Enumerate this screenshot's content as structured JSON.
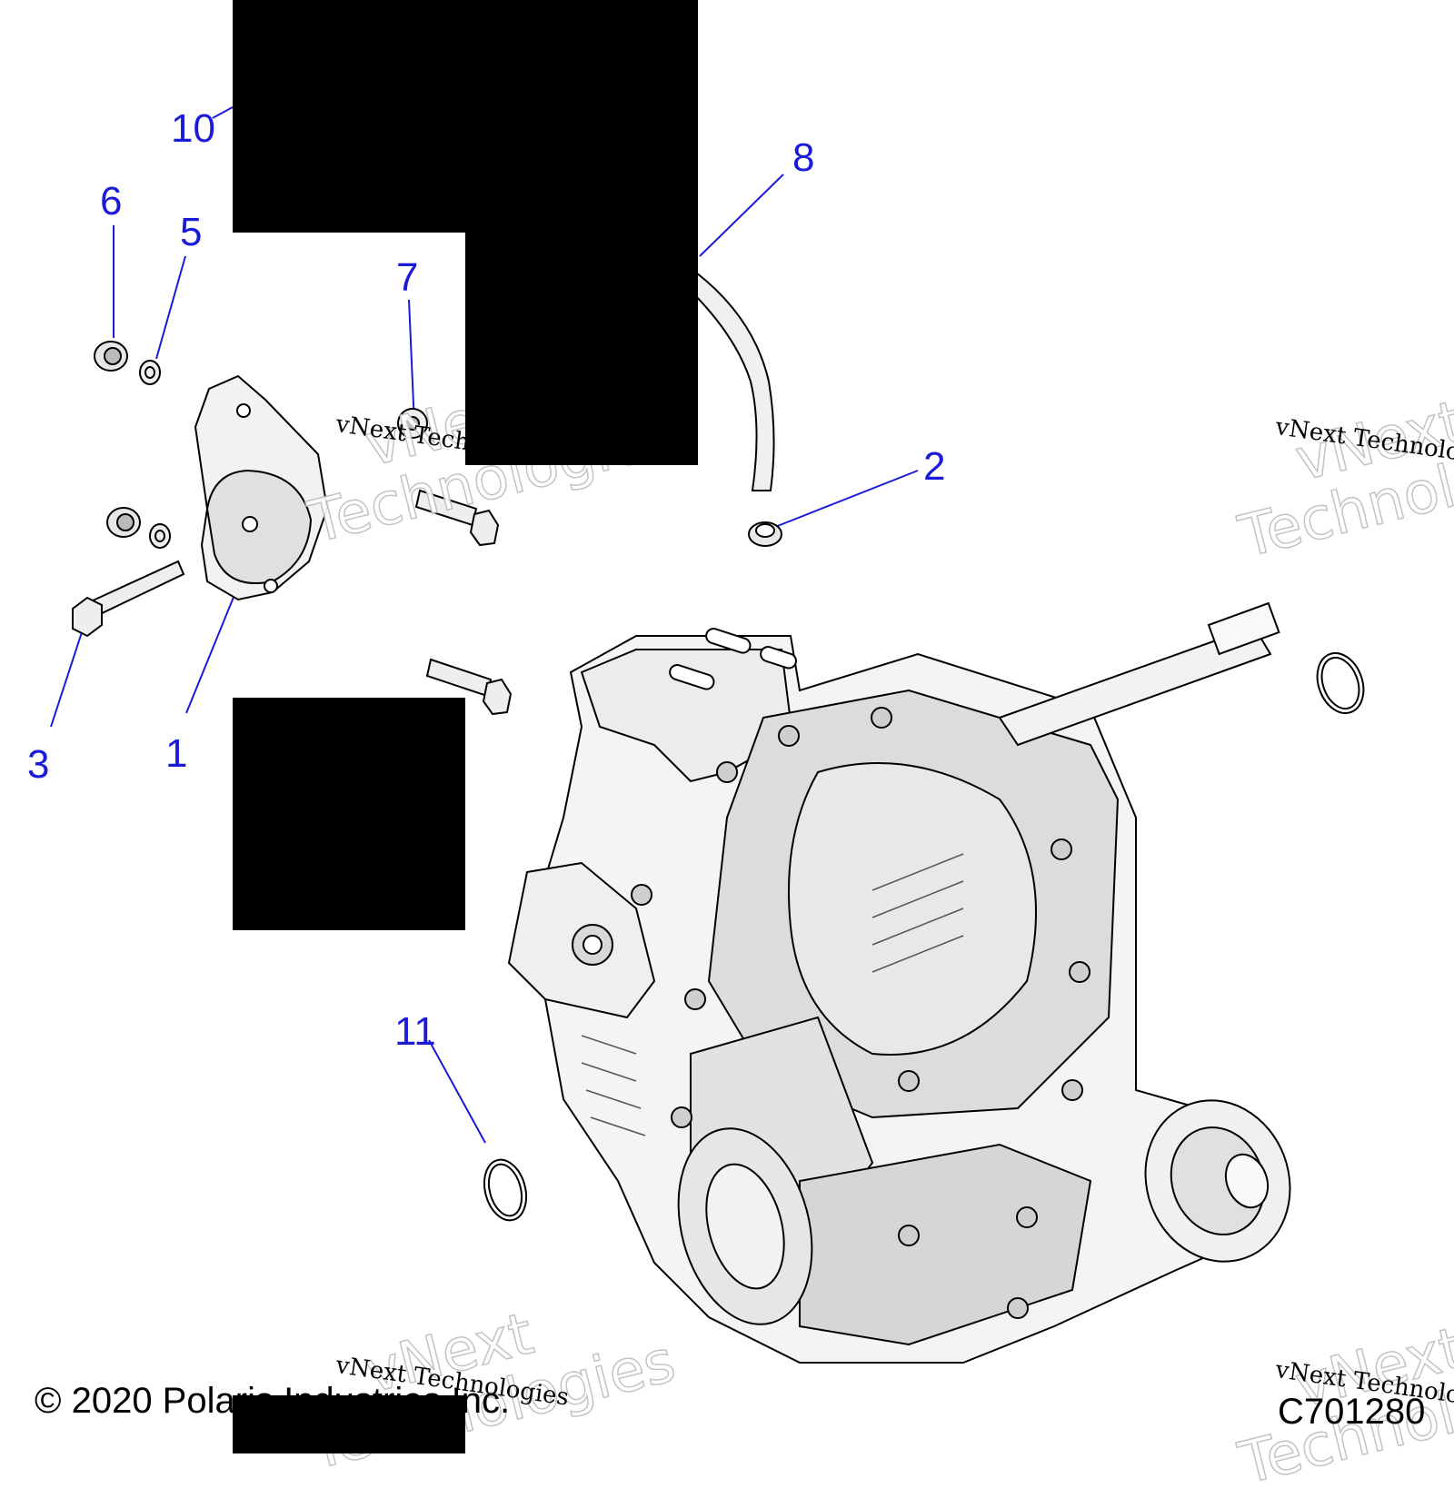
{
  "callouts": {
    "c1": "1",
    "c2": "2",
    "c3": "3",
    "c5": "5",
    "c6": "6",
    "c7": "7",
    "c8": "8",
    "c10": "10",
    "c11": "11"
  },
  "watermark": {
    "small": "vNext Technologies",
    "big_line1": "vNext",
    "big_line2": "Technologies"
  },
  "footer": {
    "copyright": "© 2020 Polaris Industries Inc.",
    "diagram_code": "C701280"
  },
  "colors": {
    "callout": "#1a1ad8",
    "line": "#000000",
    "shade": "#d9d9d9"
  }
}
